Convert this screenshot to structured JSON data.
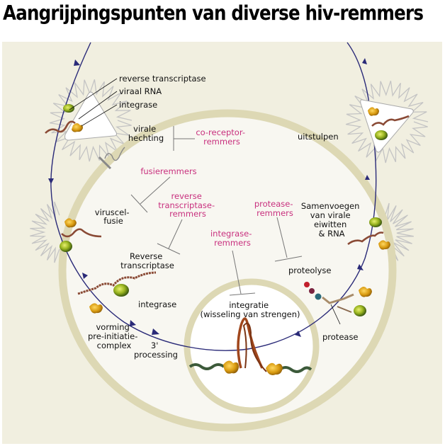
{
  "title": "Aangrijpingspunten van diverse hiv-remmers",
  "colors": {
    "panel_background": "#f1efe0",
    "cell_interior": "#f8f7f1",
    "membrane": "#ddd8b4",
    "nucleus_interior": "#ffffff",
    "cycle_arrow": "#2a2a78",
    "inhibitor_text": "#c8307e",
    "label_text": "#111111"
  },
  "virus_components": {
    "reverse_transcriptase": "reverse transcriptase",
    "viral_rna": "viraal RNA",
    "integrase": "integrase"
  },
  "steps": {
    "attachment": [
      "virale",
      "hechting"
    ],
    "fusion": [
      "viruscel-",
      "fusie"
    ],
    "reverse_transcriptase": [
      "Reverse",
      "transcriptase"
    ],
    "integrase": "integrase",
    "preinitiation": [
      "vorming",
      "pre-initiatie-",
      "complex"
    ],
    "processing": [
      "3'",
      "processing"
    ],
    "integration": [
      "integratie",
      "(wisseling van strengen)"
    ],
    "protease": "protease",
    "proteolysis": "proteolyse",
    "assembly": [
      "Samenvoegen",
      "van virale",
      "eiwitten",
      "& RNA"
    ],
    "budding": "uitstulpen"
  },
  "inhibitors": {
    "coreceptor": [
      "co-receptor-",
      "remmers"
    ],
    "fusion": "fusieremmers",
    "reverse_transcriptase": [
      "reverse",
      "transcriptase-",
      "remmers"
    ],
    "integrase": [
      "integrase-",
      "remmers"
    ],
    "protease": [
      "protease-",
      "remmers"
    ]
  }
}
